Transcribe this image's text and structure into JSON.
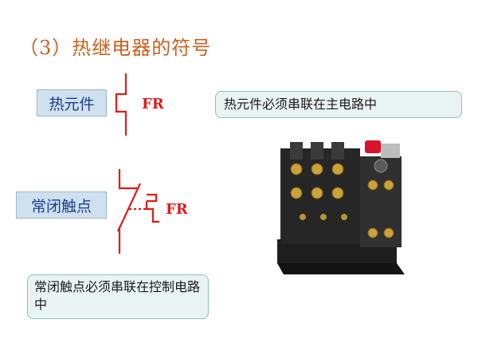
{
  "title": "（3）热继电器的符号",
  "labels": {
    "thermal_element": "热元件",
    "nc_contact": "常闭触点"
  },
  "symbols": {
    "fr_thermal": "FR",
    "fr_contact": "FR"
  },
  "notes": {
    "thermal_note": "热元件必须串联在主电路中",
    "contact_note": "常闭触点必须串联在控制电路中"
  },
  "colors": {
    "title": "#c8611e",
    "symbol": "#e01a1a",
    "label_text": "#1c3f8a"
  }
}
